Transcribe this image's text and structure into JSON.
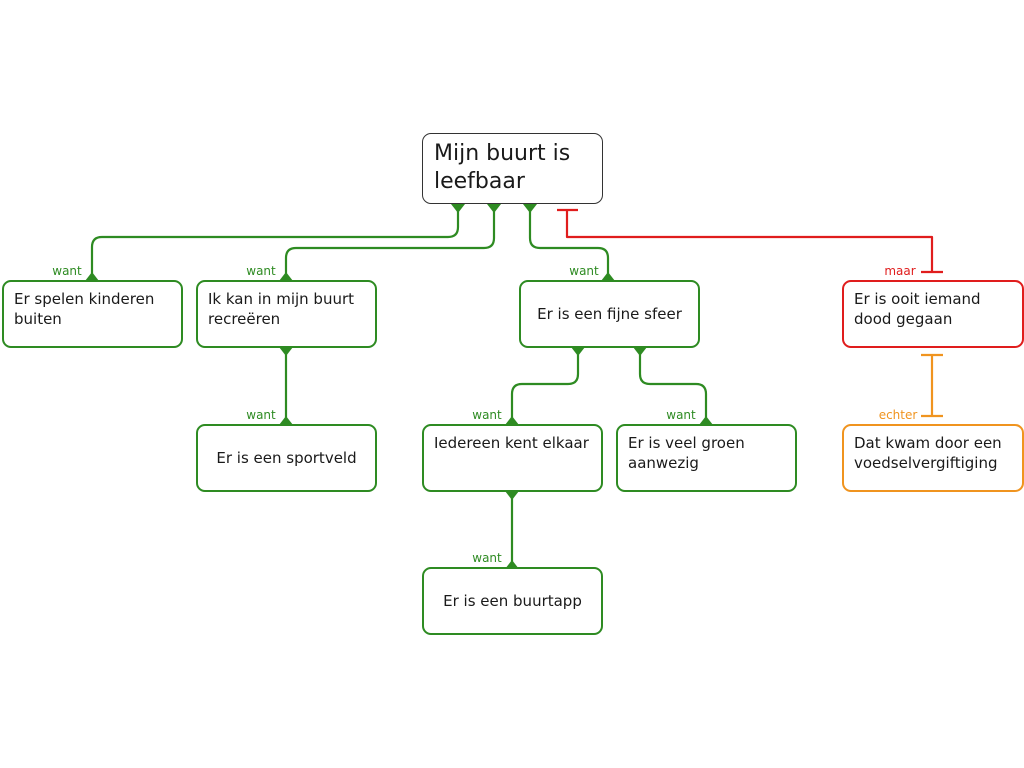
{
  "colors": {
    "support": "#2e8b22",
    "objection": "#e01d1d",
    "rebuttal": "#f0941f",
    "root_border": "#333333"
  },
  "nodes": {
    "root": "Mijn buurt is leefbaar",
    "kinderen": "Er spelen kinderen buiten",
    "recreeren": "Ik kan in mijn buurt recreëren",
    "sfeer": "Er is een fijne sfeer",
    "iemand": "Er is ooit iemand dood gegaan",
    "sportveld": "Er is een sportveld",
    "iedereen": "Iedereen kent elkaar",
    "groen": "Er is veel groen aanwezig",
    "vergiftiging": "Dat kwam door een voedselvergiftiging",
    "buurtapp": "Er is een buurtapp"
  },
  "labels": {
    "kinderen": "want",
    "recreeren": "want",
    "sfeer": "want",
    "iemand": "maar",
    "sportveld": "want",
    "iedereen": "want",
    "groen": "want",
    "vergiftiging": "echter",
    "buurtapp": "want"
  }
}
